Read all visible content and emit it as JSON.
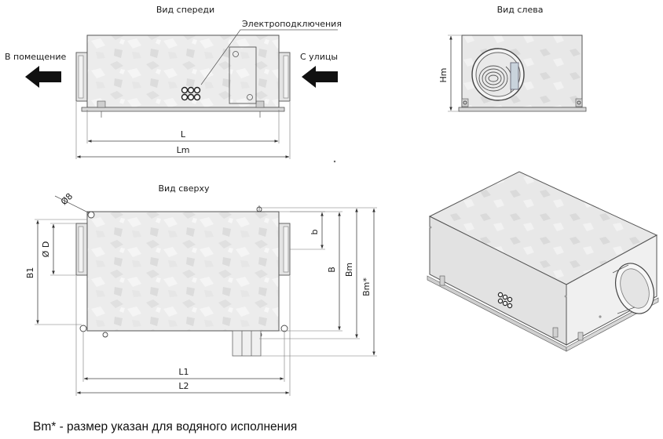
{
  "views": {
    "front": "Вид спереди",
    "left": "Вид слева",
    "top": "Вид сверху"
  },
  "labels": {
    "electrical": "Электроподключения",
    "to_room": "В помещение",
    "from_street": "С улицы"
  },
  "dimensions": {
    "L": "L",
    "Lm": "Lm",
    "Hm": "Hm",
    "b": "b",
    "D": "Ø D",
    "B1": "B1",
    "B": "B",
    "Bm": "Bm",
    "Bm_star": "Bm*",
    "L1": "L1",
    "L2": "L2",
    "hole": "Ø8"
  },
  "footnote": "Bm* - размер указан для водяного исполнения",
  "colors": {
    "arrow": "#111111",
    "housing": "#ebebeb",
    "outline": "#555555"
  },
  "icons": [
    "arrow-left-icon",
    "arrow-left-icon"
  ]
}
